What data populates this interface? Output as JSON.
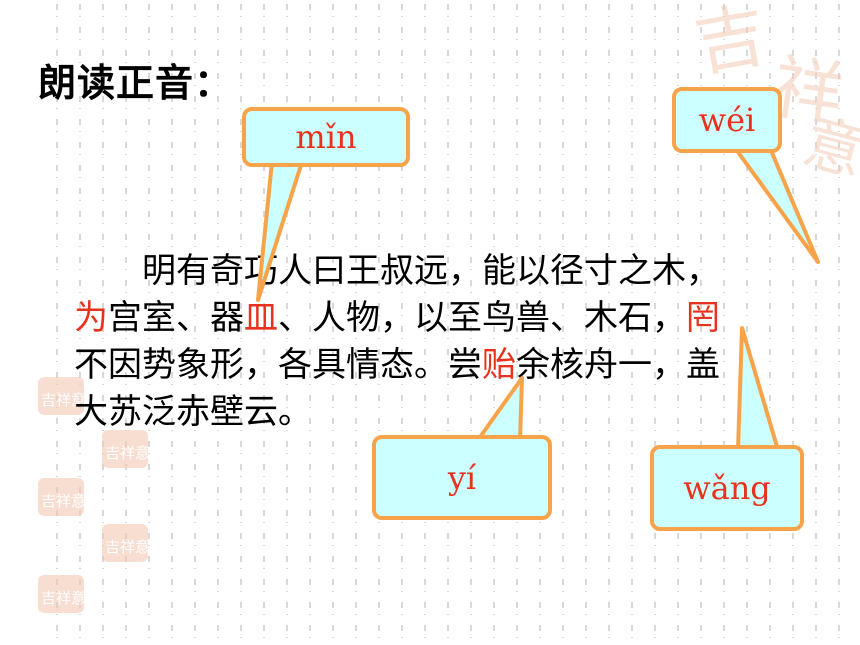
{
  "title": "朗读正音：",
  "passage": {
    "line1": {
      "a": "明有奇巧人曰王叔远，能以径寸之木，"
    },
    "line2": {
      "hl1": "为",
      "a": "宫室、器",
      "hl2": "皿",
      "b": "、人物，以至鸟兽、木石，",
      "hl3": "罔"
    },
    "line3": {
      "a": "不因势象形，各具情态。尝",
      "hl1": "贻",
      "b": "余核舟一，盖"
    },
    "line4": {
      "a": "大苏泛赤壁云。"
    }
  },
  "annotations": {
    "min": "mǐn",
    "wei": "wéi",
    "yi": "yí",
    "wang": "wǎng"
  },
  "colors": {
    "highlight": "#e8321e",
    "bubble_fill": "#ccffff",
    "bubble_border": "#f7a34a",
    "watermark": "#f3c9b4"
  },
  "watermark_text": "吉祥意"
}
